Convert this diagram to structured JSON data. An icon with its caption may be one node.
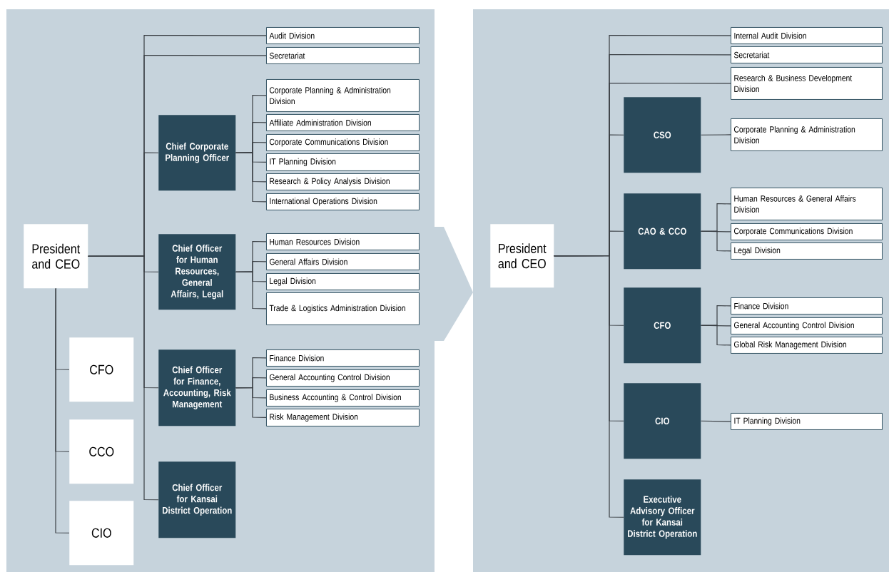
{
  "diagram": {
    "nodes": [
      {
        "text": [
          "President and CEO"
        ]
      },
      {
        "text": [
          "Audit Division"
        ]
      },
      {
        "text": [
          "Secretariat"
        ]
      },
      {
        "text": [
          "Chief Corporate Planning Officer"
        ]
      },
      {
        "text": [
          "Corporate Planning & Administration Division"
        ]
      },
      {
        "text": [
          "Affiliate Administration Division"
        ]
      },
      {
        "text": [
          "Corporate Communications Division"
        ]
      },
      {
        "text": [
          "IT Planning Division"
        ]
      },
      {
        "text": [
          "Research & Policy Analysis Division"
        ]
      },
      {
        "text": [
          "International Operations Division"
        ]
      },
      {
        "text": [
          "Chief Officer for Human Resources, General Affairs, Legal"
        ]
      },
      {
        "text": [
          "Human Resources Division"
        ]
      },
      {
        "text": [
          "General Affairs Division"
        ]
      },
      {
        "text": [
          "Legal Division"
        ]
      },
      {
        "text": [
          "Trade & Logistics Administration Division"
        ]
      },
      {
        "text": [
          "Chief Officer for Finance, Accounting, Risk Management"
        ]
      },
      {
        "text": [
          "Finance Division"
        ]
      },
      {
        "text": [
          "General Accounting Control Division"
        ]
      },
      {
        "text": [
          "Business Accounting & Control Division"
        ]
      },
      {
        "text": [
          "Risk Management Division"
        ]
      },
      {
        "text": [
          "Chief Officer for Kansai District Operation"
        ]
      },
      {
        "text": [
          "CFO"
        ]
      },
      {
        "text": [
          "CCO"
        ]
      },
      {
        "text": [
          "CIO"
        ]
      },
      {
        "text": [
          "President and CEO"
        ]
      },
      {
        "text": [
          "Internal Audit Division"
        ]
      },
      {
        "text": [
          "Secretariat"
        ]
      },
      {
        "text": [
          "Research & Business Development Division"
        ]
      },
      {
        "text": [
          "CSO"
        ]
      },
      {
        "text": [
          "Corporate Planning & Administration Division"
        ]
      },
      {
        "text": [
          "CAO & CCO"
        ]
      },
      {
        "text": [
          "Human Resources & General Affairs Division"
        ]
      },
      {
        "text": [
          "Corporate Communications Division"
        ]
      },
      {
        "text": [
          "Legal Division"
        ]
      },
      {
        "text": [
          "CFO"
        ]
      },
      {
        "text": [
          "Finance Division"
        ]
      },
      {
        "text": [
          "General Accounting Control Division"
        ]
      },
      {
        "text": [
          "Global Risk Management Division"
        ]
      },
      {
        "text": [
          "CIO"
        ]
      },
      {
        "text": [
          "IT Planning Division"
        ]
      },
      {
        "text": [
          "Executive Advisory Officer for Kansai District Operation"
        ]
      }
    ],
    "edges": [
      {
        "from": 0,
        "to": 1,
        "arrow": "none"
      },
      {
        "from": 0,
        "to": 2,
        "arrow": "none"
      },
      {
        "from": 0,
        "to": 3,
        "arrow": "none"
      },
      {
        "from": 3,
        "to": 4,
        "arrow": "none"
      },
      {
        "from": 3,
        "to": 5,
        "arrow": "none"
      },
      {
        "from": 3,
        "to": 6,
        "arrow": "none"
      },
      {
        "from": 3,
        "to": 7,
        "arrow": "none"
      },
      {
        "from": 3,
        "to": 8,
        "arrow": "none"
      },
      {
        "from": 3,
        "to": 9,
        "arrow": "none"
      },
      {
        "from": 0,
        "to": 10,
        "arrow": "none"
      },
      {
        "from": 10,
        "to": 11,
        "arrow": "none"
      },
      {
        "from": 10,
        "to": 12,
        "arrow": "none"
      },
      {
        "from": 10,
        "to": 13,
        "arrow": "none"
      },
      {
        "from": 10,
        "to": 14,
        "arrow": "none"
      },
      {
        "from": 0,
        "to": 15,
        "arrow": "none"
      },
      {
        "from": 15,
        "to": 16,
        "arrow": "none"
      },
      {
        "from": 15,
        "to": 17,
        "arrow": "none"
      },
      {
        "from": 15,
        "to": 18,
        "arrow": "none"
      },
      {
        "from": 15,
        "to": 19,
        "arrow": "none"
      },
      {
        "from": 0,
        "to": 20,
        "arrow": "none"
      },
      {
        "from": 0,
        "to": 21,
        "arrow": "none"
      },
      {
        "from": 0,
        "to": 22,
        "arrow": "none"
      },
      {
        "from": 0,
        "to": 23,
        "arrow": "none"
      },
      {
        "from": 24,
        "to": 25,
        "arrow": "none"
      },
      {
        "from": 24,
        "to": 26,
        "arrow": "none"
      },
      {
        "from": 24,
        "to": 27,
        "arrow": "none"
      },
      {
        "from": 24,
        "to": 28,
        "arrow": "none"
      },
      {
        "from": 28,
        "to": 29,
        "arrow": "none"
      },
      {
        "from": 24,
        "to": 30,
        "arrow": "none"
      },
      {
        "from": 30,
        "to": 31,
        "arrow": "none"
      },
      {
        "from": 30,
        "to": 32,
        "arrow": "none"
      },
      {
        "from": 30,
        "to": 33,
        "arrow": "none"
      },
      {
        "from": 24,
        "to": 34,
        "arrow": "none"
      },
      {
        "from": 34,
        "to": 35,
        "arrow": "none"
      },
      {
        "from": 34,
        "to": 36,
        "arrow": "none"
      },
      {
        "from": 34,
        "to": 37,
        "arrow": "none"
      },
      {
        "from": 24,
        "to": 38,
        "arrow": "none"
      },
      {
        "from": 38,
        "to": 39,
        "arrow": "none"
      },
      {
        "from": 24,
        "to": 40,
        "arrow": "none"
      }
    ]
  }
}
